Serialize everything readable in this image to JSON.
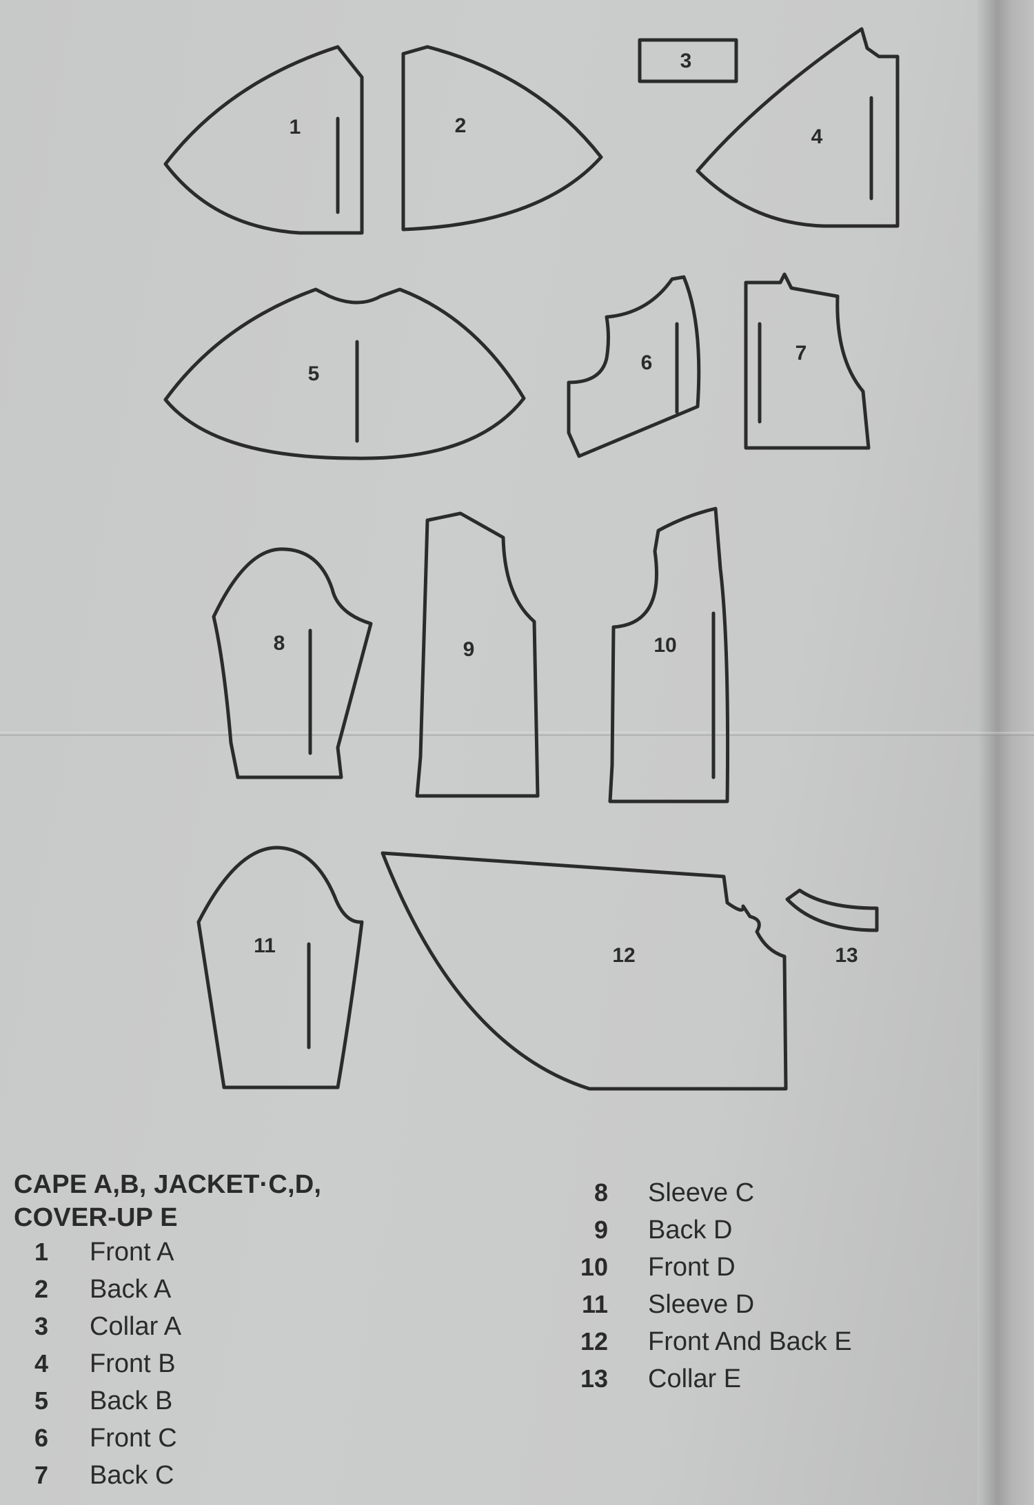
{
  "header": {
    "line1": "CAPE A,B, JACKET·C,D,",
    "line2": "COVER-UP E"
  },
  "pieces": [
    {
      "number": "1",
      "name": "Front A"
    },
    {
      "number": "2",
      "name": "Back A"
    },
    {
      "number": "3",
      "name": "Collar A"
    },
    {
      "number": "4",
      "name": "Front B"
    },
    {
      "number": "5",
      "name": "Back B"
    },
    {
      "number": "6",
      "name": "Front C"
    },
    {
      "number": "7",
      "name": "Back C"
    },
    {
      "number": "8",
      "name": "Sleeve C"
    },
    {
      "number": "9",
      "name": "Back D"
    },
    {
      "number": "10",
      "name": "Front D"
    },
    {
      "number": "11",
      "name": "Sleeve D"
    },
    {
      "number": "12",
      "name": "Front And Back E"
    },
    {
      "number": "13",
      "name": "Collar E"
    }
  ],
  "colors": {
    "ink": "#2b2b2b",
    "paper": "#c9caca"
  }
}
